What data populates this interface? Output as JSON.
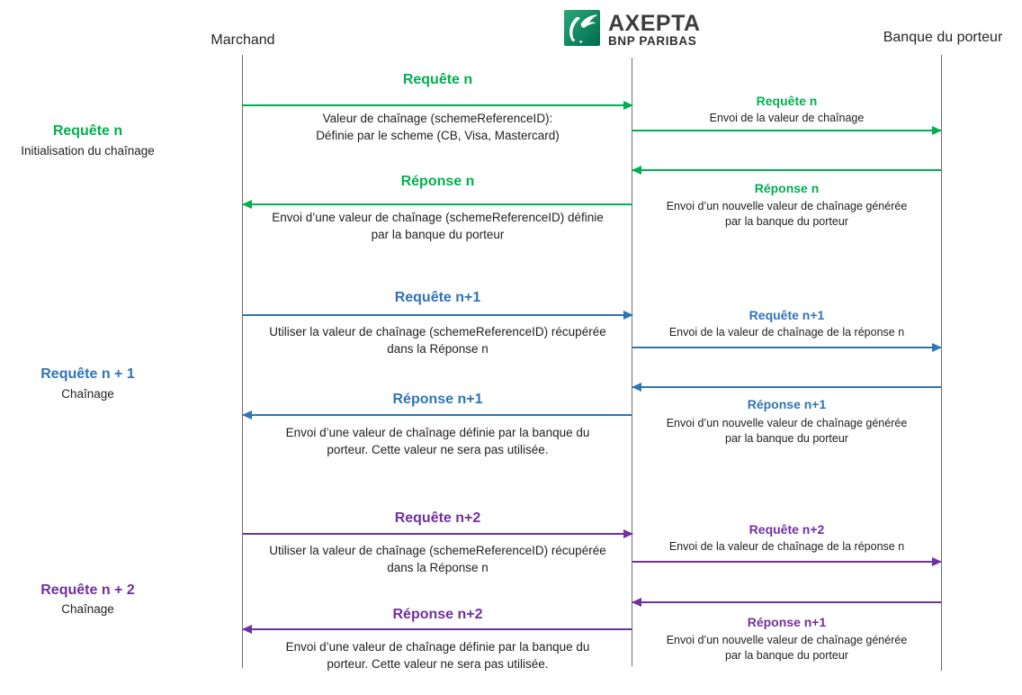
{
  "colors": {
    "green": "#00B050",
    "blue": "#2E75B6",
    "purple": "#7030A0",
    "lifeline_gray": "#6e6e6e",
    "body_text": "#1f1f1f",
    "logo_green": "#008a58"
  },
  "actors": {
    "merchant_label": "Marchand",
    "bank_label": "Banque du porteur",
    "logo": {
      "brand": "AXEPTA",
      "subbrand": "BNP PARIBAS"
    }
  },
  "side_labels": [
    {
      "title": "Requête n",
      "subtitle": "Initialisation du chaînage"
    },
    {
      "title": "Requête n + 1",
      "subtitle": "Chaînage"
    },
    {
      "title": "Requête n + 2",
      "subtitle": "Chaînage"
    }
  ],
  "flows": [
    {
      "left_request": {
        "label": "Requête n",
        "desc1": "Valeur de chaînage (schemeReferenceID):",
        "desc2": "Définie par le scheme (CB, Visa, Mastercard)"
      },
      "right_request": {
        "label": "Requête n",
        "desc": "Envoi de la valeur de chaînage"
      },
      "right_response": {
        "label": "Réponse n",
        "desc1": "Envoi d’un nouvelle valeur de chaînage générée",
        "desc2": "par la banque du porteur"
      },
      "left_response": {
        "label": "Réponse n",
        "desc1": "Envoi d’une valeur de chaînage (schemeReferenceID) définie",
        "desc2": "par la banque du porteur"
      }
    },
    {
      "left_request": {
        "label": "Requête n+1",
        "desc1": "Utiliser la valeur de chaînage (schemeReferenceID) récupérée",
        "desc2": "dans la Réponse n"
      },
      "right_request": {
        "label": "Requête n+1",
        "desc": "Envoi de la valeur de chaînage de la réponse n"
      },
      "right_response": {
        "label": "Réponse n+1",
        "desc1": "Envoi d’un nouvelle valeur de chaînage générée",
        "desc2": "par la banque du porteur"
      },
      "left_response": {
        "label": "Réponse n+1",
        "desc1": "Envoi d’une valeur de chaînage définie par la banque du",
        "desc2": "porteur. Cette valeur ne sera pas utilisée."
      }
    },
    {
      "left_request": {
        "label": "Requête n+2",
        "desc1": "Utiliser la valeur de chaînage (schemeReferenceID) récupérée",
        "desc2": "dans la Réponse n"
      },
      "right_request": {
        "label": "Requête n+2",
        "desc": "Envoi de la valeur de chaînage de la réponse n"
      },
      "right_response": {
        "label": "Réponse n+1",
        "desc1": "Envoi d’un nouvelle valeur de chaînage générée",
        "desc2": "par la banque du porteur"
      },
      "left_response": {
        "label": "Réponse n+2",
        "desc1": "Envoi d’une valeur de chaînage définie par la banque du",
        "desc2": "porteur. Cette valeur ne sera pas utilisée."
      }
    }
  ]
}
